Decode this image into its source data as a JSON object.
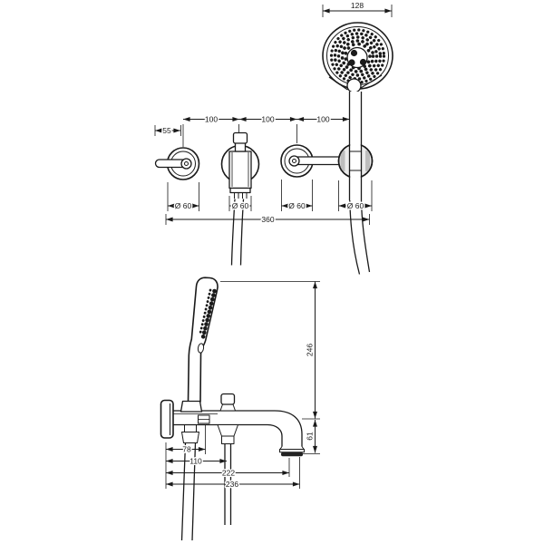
{
  "colors": {
    "line": "#1a1a1a",
    "background": "#ffffff",
    "shade": "#ececec",
    "aerator": "#222222"
  },
  "dimensions": {
    "head_diameter": "128",
    "spacing_left": "100",
    "spacing_mid": "100",
    "spacing_right": "100",
    "handle_projection": "55",
    "escutcheon_1": "Ø 60",
    "escutcheon_2": "Ø 60",
    "escutcheon_3": "Ø 60",
    "escutcheon_4": "Ø 60",
    "total_width": "360",
    "shower_height": "246",
    "spout_drop": "61",
    "holder_offset": "78",
    "diverter_offset": "110",
    "spout_reach": "222",
    "total_reach": "236"
  }
}
